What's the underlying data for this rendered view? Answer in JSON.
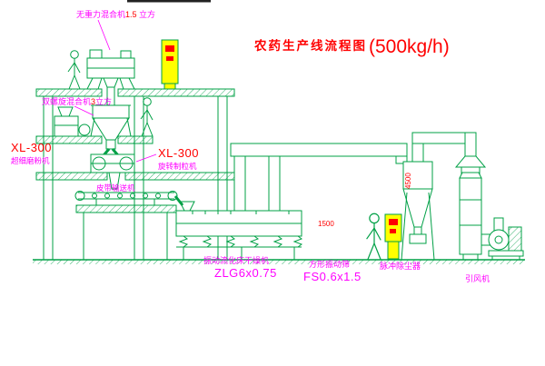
{
  "title": {
    "text": "农药生产线流程图",
    "capacity": "(500kg/h)"
  },
  "labels": {
    "gravity_mixer": {
      "pre": "无重力混合机",
      "num": "1.5",
      "post": "立方"
    },
    "screw_mixer": {
      "pre": "双螺旋混合机",
      "num": "3",
      "post": "立方"
    },
    "mill": {
      "model": "XL-300",
      "name": "超细磨粉机"
    },
    "granulator": {
      "model": "XL-300",
      "name": "旋转制粒机"
    },
    "conveyor": {
      "name": "皮带输送机"
    },
    "dryer": {
      "name": "振动流化床干燥机",
      "model": "ZLG6x0.75"
    },
    "sieve": {
      "name": "方形振动筛",
      "model": "FS0.6x1.5"
    },
    "dust_collector": {
      "name": "脉冲除尘器"
    },
    "fan": {
      "name": "引风机"
    }
  },
  "dimensions": {
    "sieve_length": "1500",
    "cyclone_height": "4500"
  },
  "colors": {
    "line": "#00a046",
    "label": "#ff00ff",
    "accent": "#ff0000",
    "cabinet_fill": "#ffff00",
    "background": "#ffffff"
  }
}
